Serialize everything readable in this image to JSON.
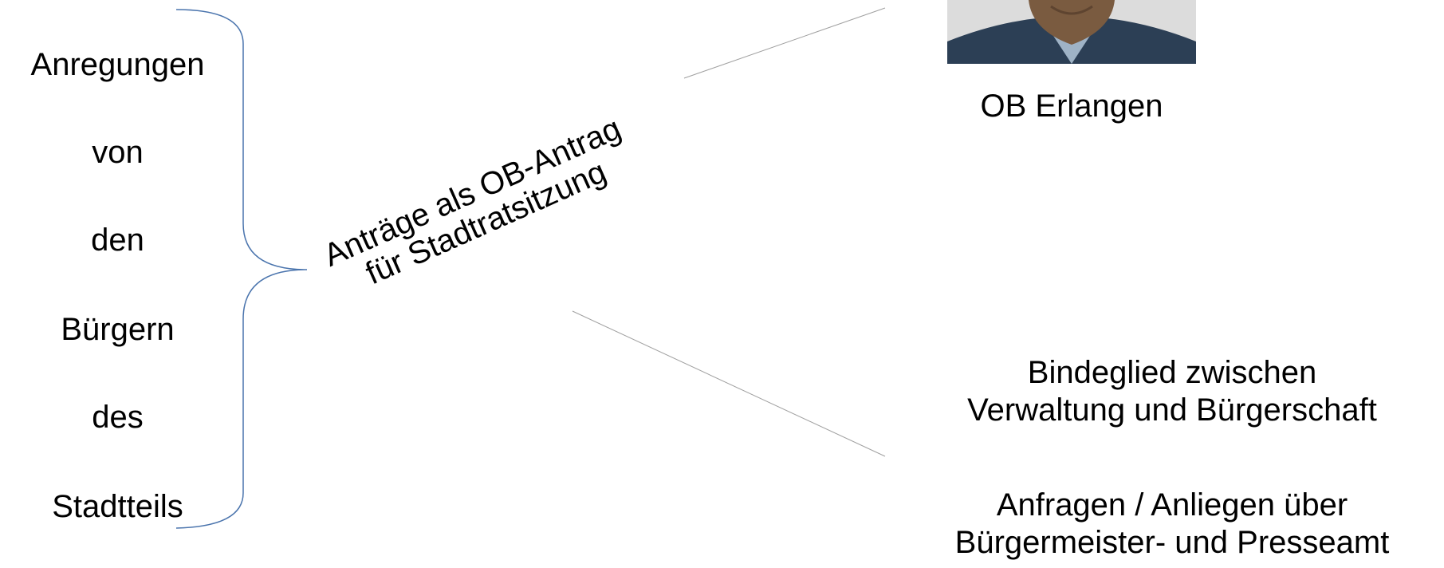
{
  "left_column": {
    "words": [
      "Anregungen",
      "von",
      "den",
      "Bürgern",
      "des",
      "Stadtteils"
    ]
  },
  "diagonal_label": {
    "line1": "Anträge als OB-Antrag",
    "line2": "für Stadtratsitzung"
  },
  "top_right": {
    "caption": "OB Erlangen"
  },
  "bottom_right": {
    "block1": {
      "line1": "Bindeglied zwischen",
      "line2": "Verwaltung und Bürgerschaft"
    },
    "block2": {
      "line1": "Anfragen / Anliegen über",
      "line2": "Bürgermeister- und Presseamt"
    }
  },
  "colors": {
    "brace": "#4a74ad",
    "connector": "#a0a0a0",
    "photo_background": "#dcdcdc",
    "photo_jacket": "#2c3f55",
    "photo_shirt": "#9fb3c6",
    "photo_beard": "#7a5b40"
  }
}
